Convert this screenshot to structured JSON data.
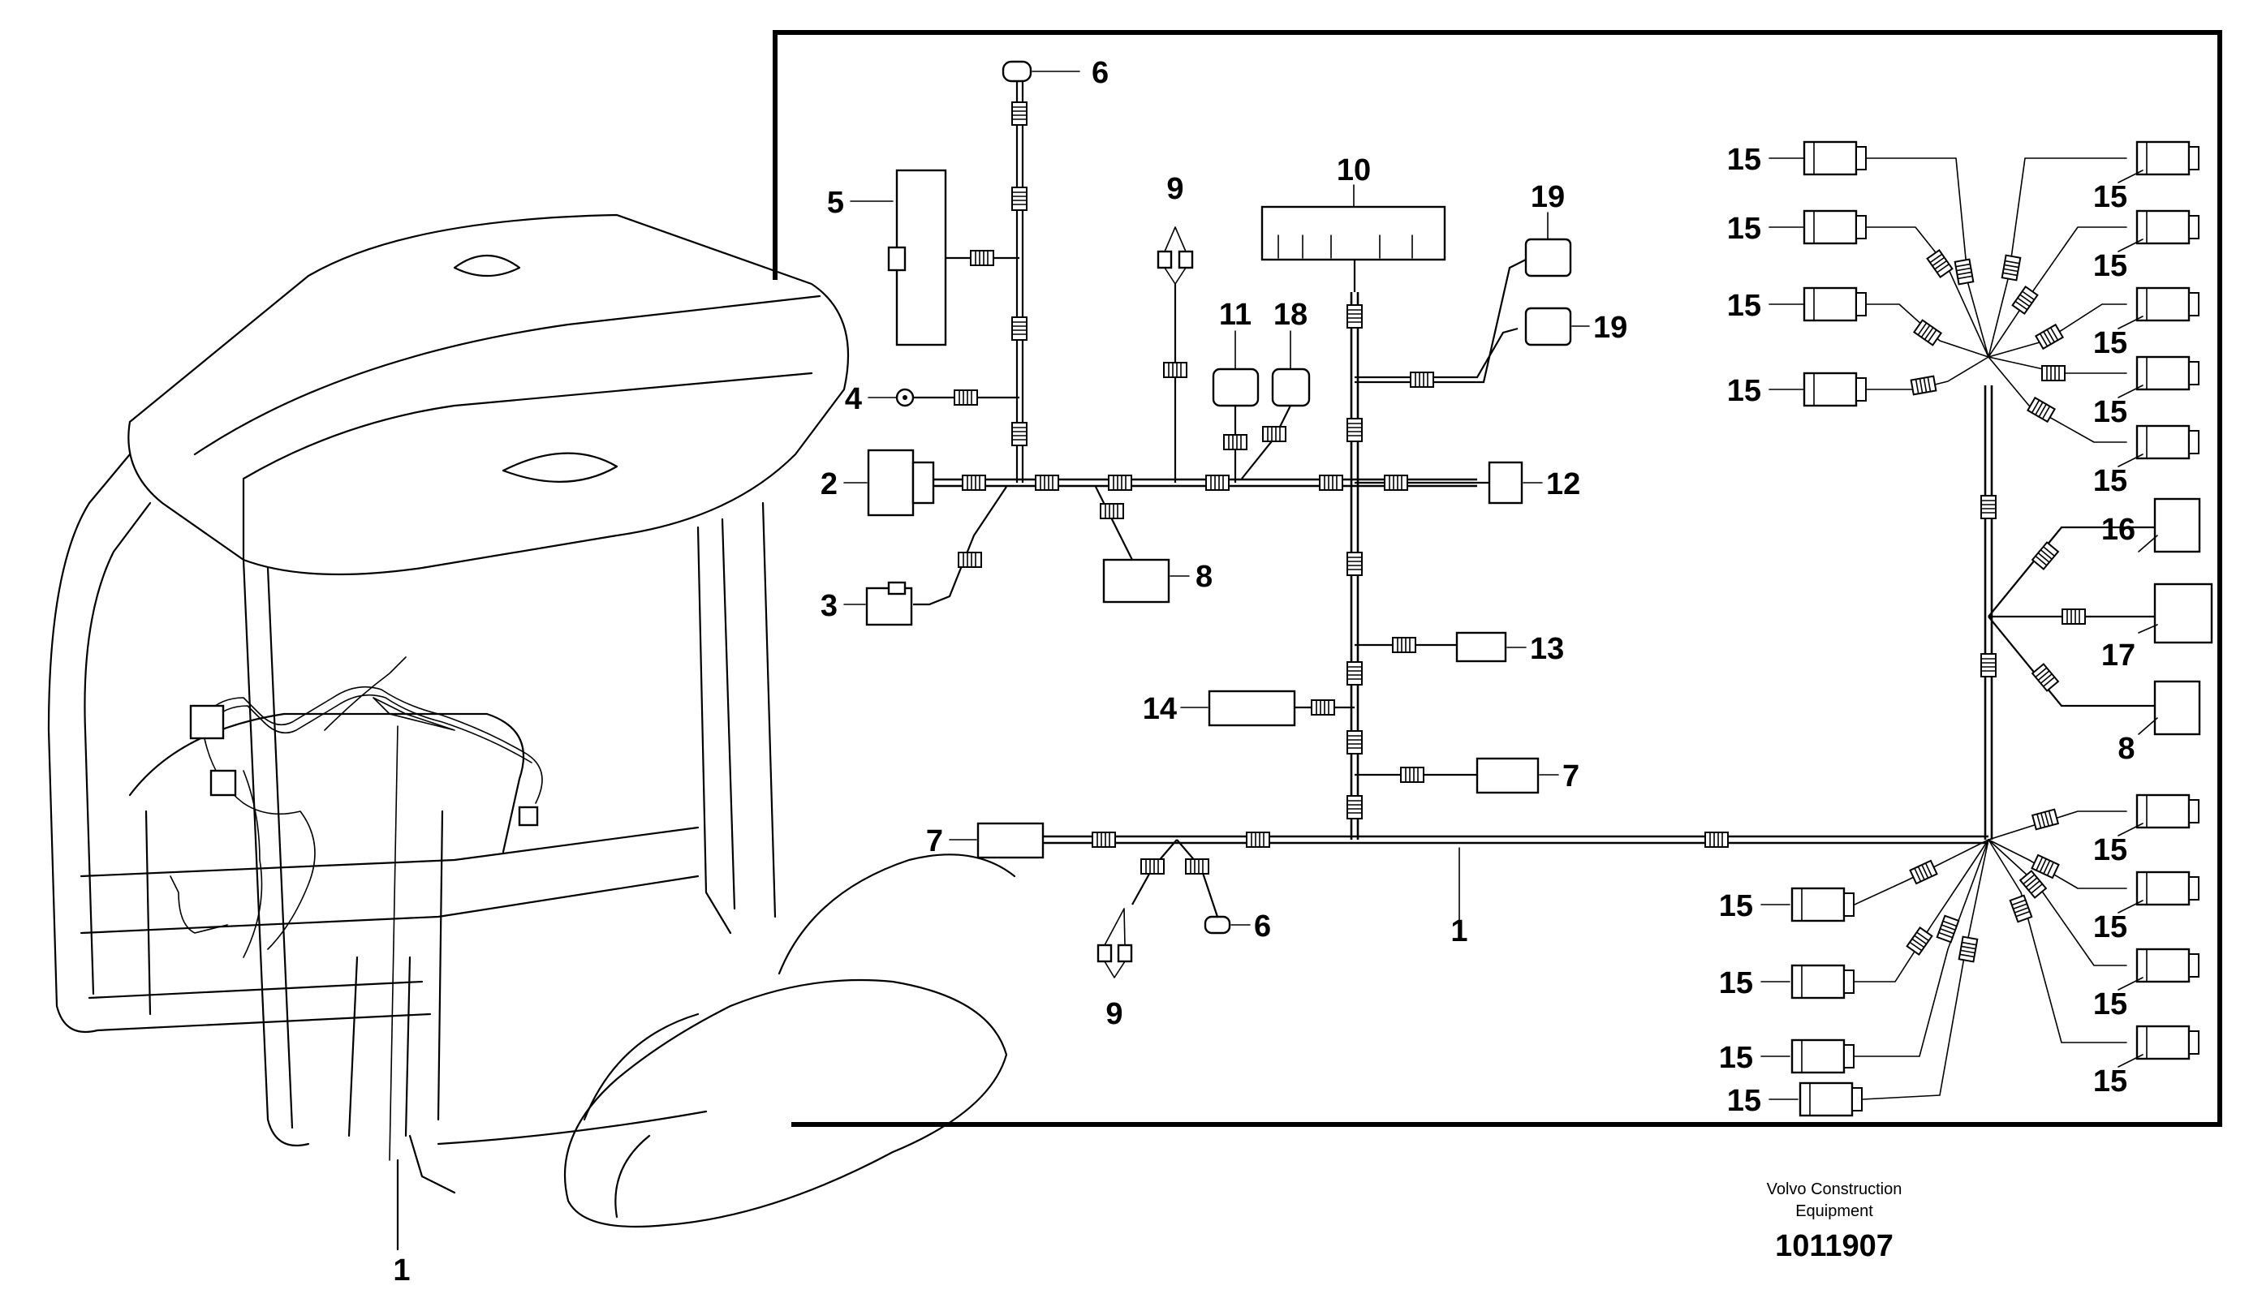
{
  "callouts": {
    "c1_cab": "1",
    "c1": "1",
    "c2": "2",
    "c3": "3",
    "c4": "4",
    "c5": "5",
    "c6_top": "6",
    "c6_bottom": "6",
    "c7_right": "7",
    "c7_left": "7",
    "c8_mid": "8",
    "c8_right": "8",
    "c9_top": "9",
    "c9_bottom": "9",
    "c10": "10",
    "c11": "11",
    "c12": "12",
    "c13": "13",
    "c14": "14",
    "c15": "15",
    "c16": "16",
    "c17": "17",
    "c18": "18",
    "c19": "19"
  },
  "footer": {
    "brand_line1": "Volvo Construction",
    "brand_line2": "Equipment",
    "drawing_number": "1011907"
  }
}
